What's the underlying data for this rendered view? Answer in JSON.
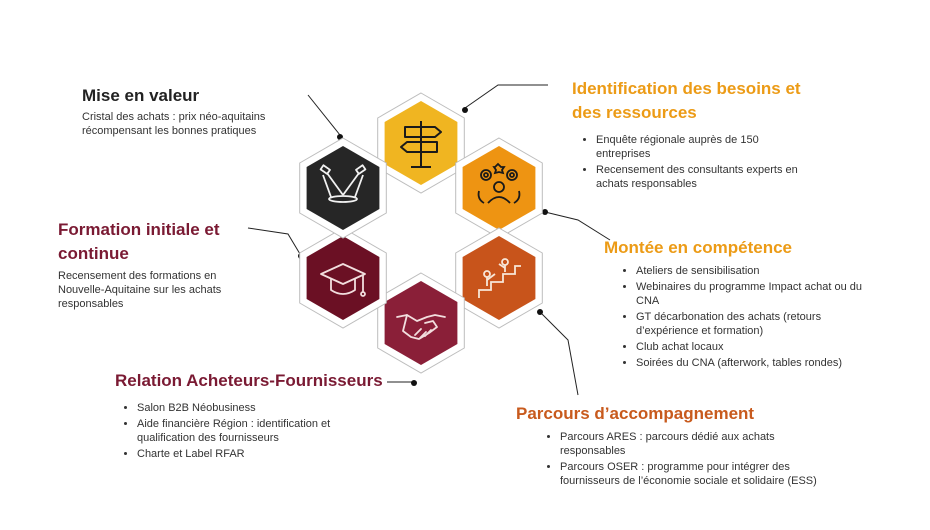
{
  "colors": {
    "gold": "#f0b521",
    "orange": "#ee9412",
    "rust": "#c8541b",
    "black": "#262626",
    "maroon": "#6b1024",
    "crimson": "#8a1f38",
    "title_gold": "#ec9b16",
    "title_orange": "#c85a1d",
    "title_maroon": "#7a1a33",
    "title_dark": "#222222"
  },
  "icons": {
    "identification": "signpost-icon",
    "montee": "team-gears-icon",
    "parcours": "stairs-climb-icon",
    "relation": "handshake-icon",
    "formation": "graduation-cap-icon",
    "mise": "spotlight-icon"
  },
  "sections": {
    "mise": {
      "title": "Mise en valeur",
      "desc": "Cristal des achats : prix néo-aquitains récompensant les bonnes pratiques"
    },
    "identification": {
      "title_line1": "Identification des besoins et",
      "title_line2": "des ressources",
      "items": [
        "Enquête régionale auprès de 150 entreprises",
        "Recensement des consultants experts en achats responsables"
      ]
    },
    "formation": {
      "title_line1": "Formation initiale et",
      "title_line2": "continue",
      "desc": "Recensement des formations en Nouvelle-Aquitaine sur les achats responsables"
    },
    "montee": {
      "title": "Montée en compétence",
      "items": [
        "Ateliers de sensibilisation",
        "Webinaires du programme Impact achat ou du CNA",
        "GT décarbonation des achats (retours d’expérience et formation)",
        "Club achat locaux",
        "Soirées du CNA (afterwork, tables rondes)"
      ]
    },
    "relation": {
      "title": "Relation Acheteurs-Fournisseurs",
      "items": [
        "Salon B2B Néobusiness",
        "Aide financière Région : identification et qualification des fournisseurs",
        "Charte et Label RFAR"
      ]
    },
    "parcours": {
      "title": "Parcours d’accompagnement",
      "items": [
        "Parcours ARES  : parcours dédié aux achats responsables",
        "Parcours OSER : programme pour intégrer des fournisseurs de l’économie sociale et solidaire (ESS)"
      ]
    }
  }
}
